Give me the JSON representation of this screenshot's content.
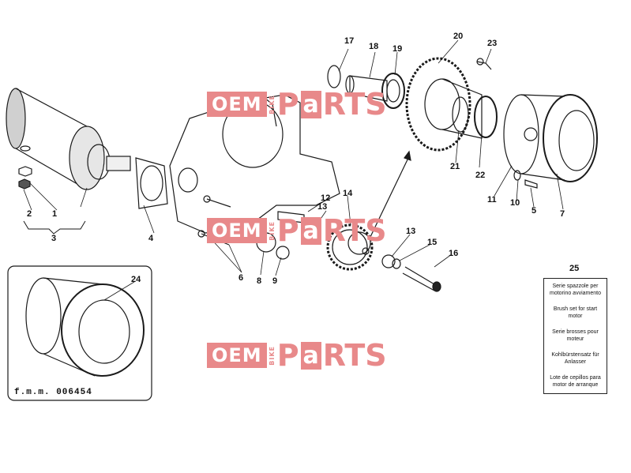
{
  "watermarks": [
    {
      "oem": "OEM",
      "bike": "BIKE",
      "p": "P",
      "a": "a",
      "rts": "RTS"
    },
    {
      "oem": "OEM",
      "bike": "BIKE",
      "p": "P",
      "a": "a",
      "rts": "RTS"
    },
    {
      "oem": "OEM",
      "bike": "BIKE",
      "p": "P",
      "a": "a",
      "rts": "RTS"
    }
  ],
  "callouts": [
    "1",
    "2",
    "3",
    "4",
    "5",
    "6",
    "7",
    "8",
    "9",
    "10",
    "11",
    "12",
    "13",
    "13",
    "14",
    "15",
    "16",
    "17",
    "18",
    "19",
    "20",
    "21",
    "22",
    "23",
    "24",
    "25"
  ],
  "drawing_code": "f.m.m. 006454",
  "legend": {
    "number": "25",
    "rows": [
      "Serie spazzole per motorino avviamento",
      "Brush set for start motor",
      "Serie brosses pour moteur",
      "Kohlbürstensatz für Anlasser",
      "Lote de cepillos para motor de arranque"
    ]
  },
  "colors": {
    "watermark": "#e8898a",
    "line": "#1a1a1a"
  }
}
